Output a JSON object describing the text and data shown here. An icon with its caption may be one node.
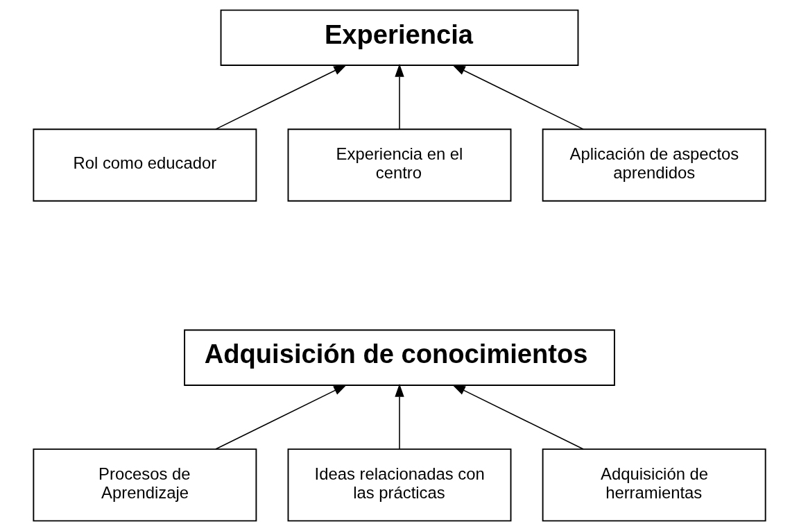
{
  "diagram": {
    "nodes": [
      {
        "text": [
          "Experiencia"
        ]
      },
      {
        "text": [
          "Rol como educador"
        ]
      },
      {
        "text": [
          "Experiencia en el centro"
        ]
      },
      {
        "text": [
          "Aplicación de aspectos aprendidos"
        ]
      },
      {
        "text": [
          "Adquisición de conocimientos"
        ]
      },
      {
        "text": [
          "Procesos de Aprendizaje"
        ]
      },
      {
        "text": [
          "Ideas relacionadas con las prácticas"
        ]
      },
      {
        "text": [
          "Adquisición de herramientas"
        ]
      }
    ],
    "edges": [
      {
        "from": 1,
        "to": 0,
        "arrow": "to"
      },
      {
        "from": 2,
        "to": 0,
        "arrow": "to"
      },
      {
        "from": 3,
        "to": 0,
        "arrow": "to"
      },
      {
        "from": 5,
        "to": 4,
        "arrow": "to"
      },
      {
        "from": 6,
        "to": 4,
        "arrow": "to"
      },
      {
        "from": 7,
        "to": 4,
        "arrow": "to"
      }
    ]
  }
}
